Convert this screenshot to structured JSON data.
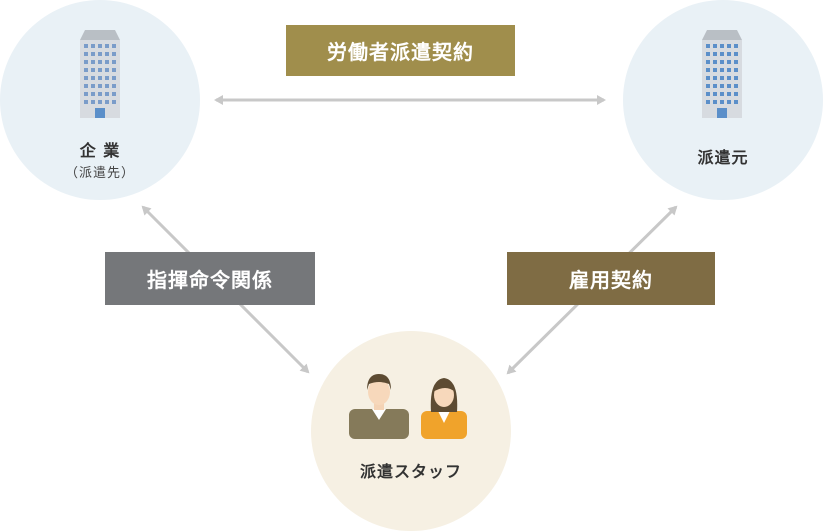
{
  "nodes": {
    "company": {
      "label": "企 業",
      "sub": "（派遣先）"
    },
    "agency": {
      "label": "派遣元"
    },
    "staff": {
      "label": "派遣スタッフ"
    }
  },
  "relations": {
    "haken_keiyaku": "労働者派遣契約",
    "shiki_meirei": "指揮命令関係",
    "koyou_keiyaku": "雇用契約"
  },
  "colors": {
    "company_circle": "#e9f1f6",
    "agency_circle": "#e9f1f6",
    "staff_circle": "#f6f0e3",
    "haken_tag": "#a08e4c",
    "shiki_tag": "#75777a",
    "koyou_tag": "#7f6c44",
    "arrow": "#c8c8c8",
    "building": "#5b8fc9"
  },
  "icons": [
    "building-icon",
    "male-staff-icon",
    "female-staff-icon",
    "double-arrow-icon"
  ]
}
